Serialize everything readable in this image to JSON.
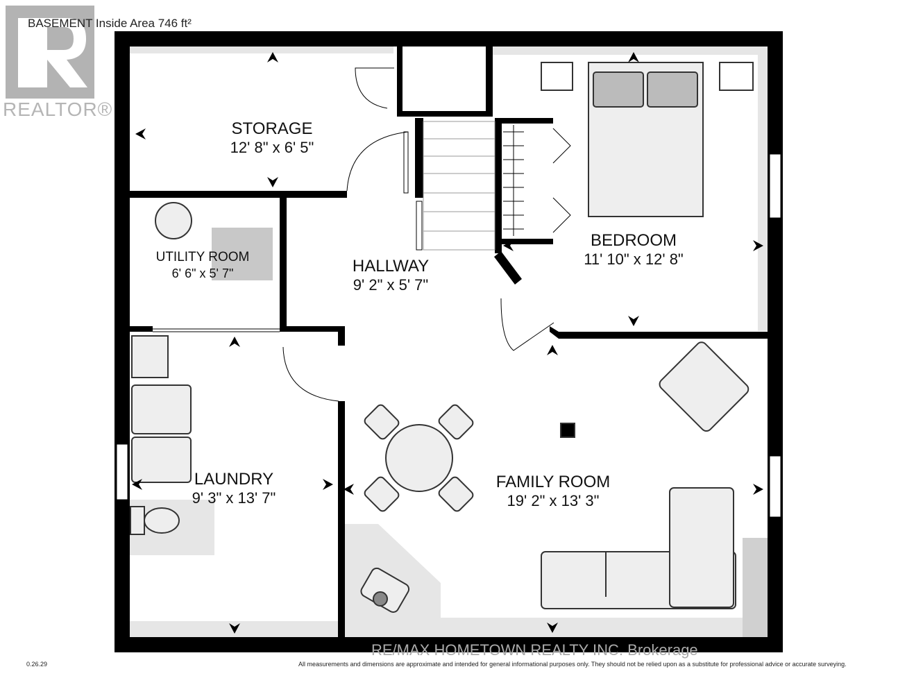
{
  "header": {
    "title": "BASEMENT Inside Area 746 ft²"
  },
  "logo": {
    "text": "REALTOR®",
    "color": "#b3b3b3"
  },
  "rooms": [
    {
      "name": "STORAGE",
      "dims": "12' 8\" x 6' 5\""
    },
    {
      "name": "UTILITY ROOM",
      "dims": "6' 6\" x 5' 7\""
    },
    {
      "name": "HALLWAY",
      "dims": "9' 2\" x 5' 7\""
    },
    {
      "name": "BEDROOM",
      "dims": "11' 10\" x 12' 8\""
    },
    {
      "name": "LAUNDRY",
      "dims": "9' 3\" x 13' 7\""
    },
    {
      "name": "FAMILY ROOM",
      "dims": "19' 2\" x 13' 3\""
    }
  ],
  "footer": {
    "version": "0.26.29",
    "brokerage": "RE/MAX HOMETOWN REALTY INC. Brokerage",
    "disclaimer": "All measurements and dimensions are approximate and intended for general informational purposes only. They should not be relied upon as a substitute for professional advice or accurate surveying."
  },
  "colors": {
    "wall": "#000000",
    "furniture": "#ececec",
    "floor_shade": "#e6e6e6"
  }
}
